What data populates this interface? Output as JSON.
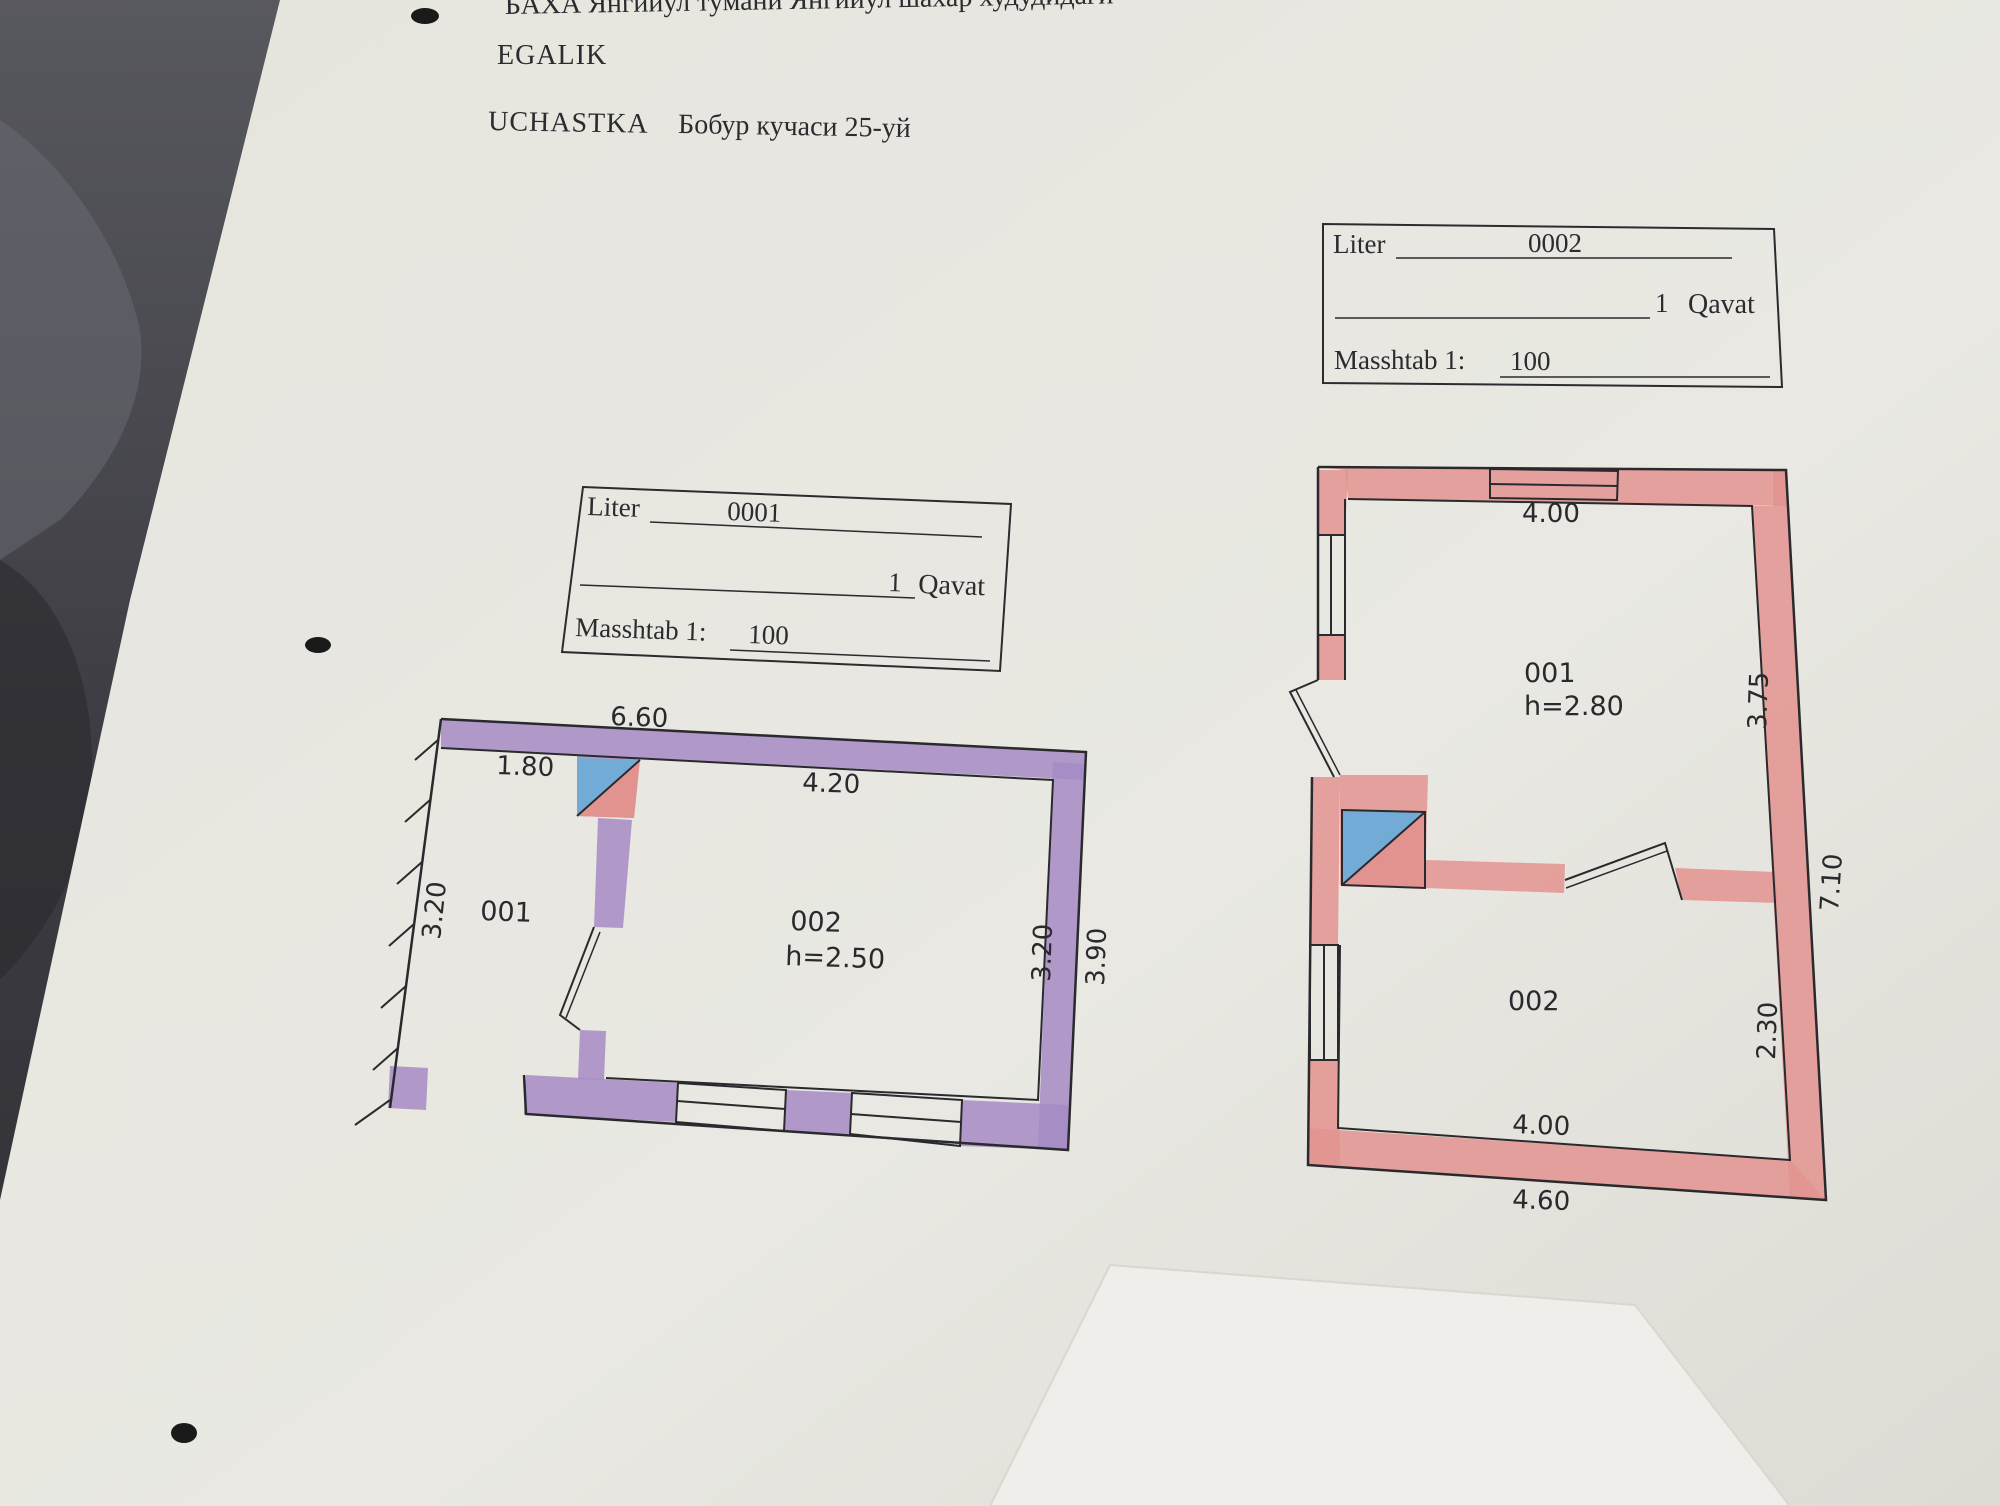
{
  "header": {
    "line_top": "БАХА  Янгийул тумани Янгийул шахар худудидаги",
    "egalik_label": "EGALIK",
    "uchastka_label": "UCHASTKA",
    "uchastka_value": "Бобур кучаси 25-уй"
  },
  "stamp_left": {
    "liter_label": "Liter",
    "liter_value": "0001",
    "floor_value": "1",
    "floor_label": "Qavat",
    "scale_label": "Masshtab 1:",
    "scale_value": "100"
  },
  "stamp_right": {
    "liter_label": "Liter",
    "liter_value": "0002",
    "floor_value": "1",
    "floor_label": "Qavat",
    "scale_label": "Masshtab 1:",
    "scale_value": "100"
  },
  "plan_left": {
    "wall_color": "#a68bc4",
    "dim_top_total": "6.60",
    "dim_top_left": "1.80",
    "dim_top_right": "4.20",
    "dim_left_height": "3.20",
    "dim_inner_right": "3.20",
    "dim_outer_right": "3.90",
    "room_1_id": "001",
    "room_2_id": "002",
    "room_2_height": "h=2.50"
  },
  "plan_right": {
    "wall_color": "#e3938f",
    "dim_top": "4.00",
    "dim_room1_side": "3.75",
    "dim_total_side": "7.10",
    "dim_room2_side": "2.30",
    "dim_bottom_inner": "4.00",
    "dim_bottom_outer": "4.60",
    "room_1_id": "001",
    "room_1_height": "h=2.80",
    "room_2_id": "002"
  },
  "colors": {
    "paper": "#e9e8e1",
    "stair_blue": "#72acd6",
    "stair_red": "#e3938f"
  }
}
